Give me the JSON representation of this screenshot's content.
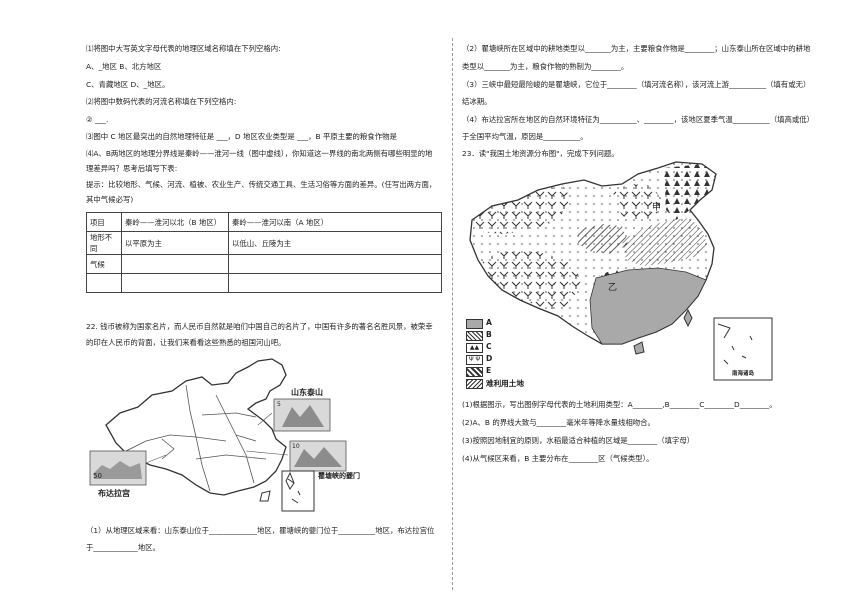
{
  "left": {
    "lines": [
      "⑴将图中大写英文字母代表的地理区域名称填在下列空格内:",
      "A、_地区 B、北方地区",
      "C、青藏地区 D、_地区。",
      "⑵将图中数码代表的河流名称填在下列空格内:",
      "② ___.",
      "⑶图中 C 地区最突出的自然地理特征是 ___，D 地区农业类型是 ___，B 平原主要的粮食作物是",
      "⑷A、B两地区的地理分界线是秦岭——淮河一线（图中虚线），你知道这一界线的南北两侧有哪些明显的地",
      "理差异吗？思考后填写下表:",
      "提示：比较地形、气候、河流、植被、农业生产、传统交通工具、生活习俗等方面的差异。(任写出两方面，",
      "其中气候必写)"
    ],
    "table": {
      "header": [
        "项目",
        "秦岭——淮河以北（B 地区）",
        "秦岭——淮河以南（A 地区）"
      ],
      "rows": [
        [
          "地形不同",
          "以平原为主",
          "以低山、丘陵为主"
        ],
        [
          "气候",
          "",
          ""
        ],
        [
          "",
          "",
          ""
        ]
      ]
    },
    "q22_lines": [
      "22. 钱币被称为国家名片，而人民币自然就是咱们中国自己的名片了，中国有许多的著名名胜风景，被荣幸",
      "的印在人民币的背面，让我们来看看这些熟悉的祖国河山吧。"
    ],
    "map_labels": {
      "taishan": "山东泰山",
      "qutang": "瞿塘峡的夔门",
      "potala": "布达拉宫",
      "note_50": "50",
      "note_5": "5",
      "note_10": "10"
    },
    "q22_answer_lines": [
      "（1）从地理区域来看：山东泰山位于_____________地区，瞿塘峡的夔门位于__________地区，布达拉宫位",
      "于____________地区。"
    ]
  },
  "right": {
    "lines": [
      "（2）瞿塘峡所在区域中的耕地类型以_______为主，主要粮食作物是________；山东泰山所在区域中的耕地",
      "类型以_______为主，粮食作物的熟制为________。",
      "（3）三峡中最短最险峻的是瞿塘峡，它位于________（填河流名称），该河流上游__________（填有或无）",
      "结冰期。",
      "（4）布达拉宫所在地区的自然环境特征为__________、________，该地区夏季气温__________（填高或低）",
      "于全国平均气温，原因是__________。",
      "23．读\"我国土地资源分布图\"，完成下列问题。"
    ],
    "legend": [
      "A",
      "B",
      "C",
      "D",
      "E",
      "难利用土地"
    ],
    "map_labels": {
      "jia": "甲",
      "yi": "乙",
      "inset": "南海诸岛"
    },
    "q23_lines": [
      "(1)根据图示，写出图例字母代表的土地利用类型：A________,B________C________D________。",
      "(2)A、B 的界线大致与________毫米年等降水量线相吻合。",
      "(3)按照因地制宜的原则，水稻最适合种植的区域是________（填字母）",
      "(4)从气候区来看，B 主要分布在________区（气候类型）。"
    ]
  }
}
